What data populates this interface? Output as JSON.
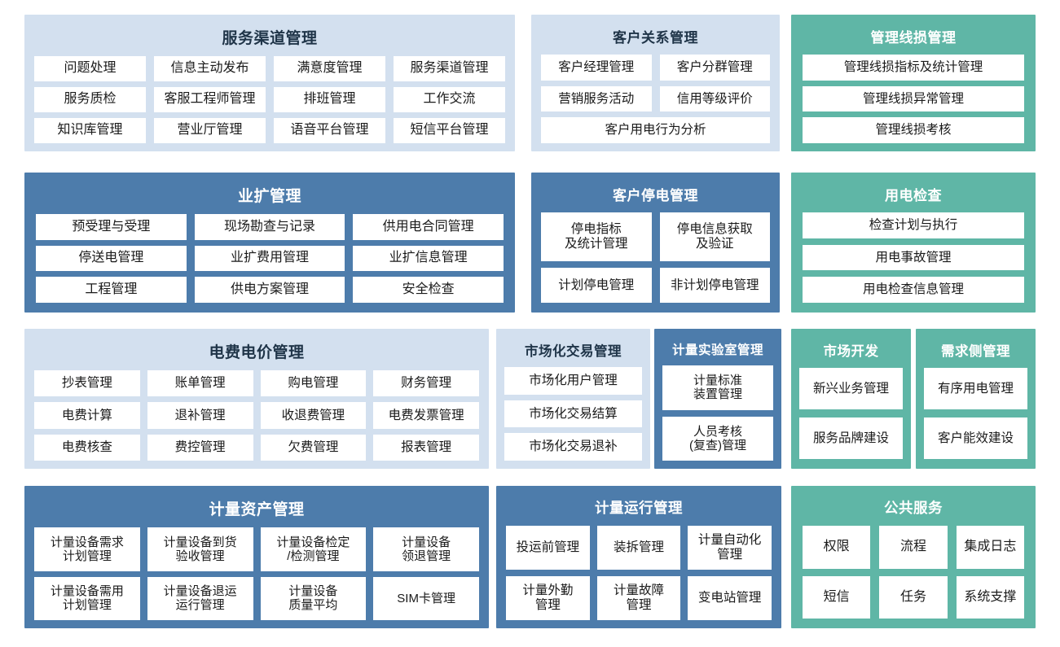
{
  "colors": {
    "page_background": "#ffffff",
    "light_panel": "#d3e0ef",
    "blue_panel": "#4d7cab",
    "teal_panel": "#5fb6a6",
    "cell_background": "#ffffff",
    "dark_text": "#1a1a1a",
    "light_title_text": "#1f3448",
    "white_title_text": "#ffffff"
  },
  "panels": {
    "service_channel": {
      "title": "服务渠道管理",
      "theme": "light",
      "items": [
        "问题处理",
        "信息主动发布",
        "满意度管理",
        "服务渠道管理",
        "服务质检",
        "客服工程师管理",
        "排班管理",
        "工作交流",
        "知识库管理",
        "营业厅管理",
        "语音平台管理",
        "短信平台管理"
      ]
    },
    "customer_relation": {
      "title": "客户关系管理",
      "theme": "light",
      "items": [
        "客户经理管理",
        "客户分群管理",
        "营销服务活动",
        "信用等级评价",
        "客户用电行为分析"
      ]
    },
    "line_loss": {
      "title": "管理线损管理",
      "theme": "teal",
      "items": [
        "管理线损指标及统计管理",
        "管理线损异常管理",
        "管理线损考核"
      ]
    },
    "expansion": {
      "title": "业扩管理",
      "theme": "blue",
      "items": [
        "预受理与受理",
        "现场勘查与记录",
        "供用电合同管理",
        "停送电管理",
        "业扩费用管理",
        "业扩信息管理",
        "工程管理",
        "供电方案管理",
        "安全检查"
      ]
    },
    "customer_outage": {
      "title": "客户停电管理",
      "theme": "blue",
      "items": [
        "停电指标\n及统计管理",
        "停电信息获取\n及验证",
        "计划停电管理",
        "非计划停电管理"
      ]
    },
    "power_inspection": {
      "title": "用电检查",
      "theme": "teal",
      "items": [
        "检查计划与执行",
        "用电事故管理",
        "用电检查信息管理"
      ]
    },
    "tariff": {
      "title": "电费电价管理",
      "theme": "light",
      "items": [
        "抄表管理",
        "账单管理",
        "购电管理",
        "财务管理",
        "电费计算",
        "退补管理",
        "收退费管理",
        "电费发票管理",
        "电费核查",
        "费控管理",
        "欠费管理",
        "报表管理"
      ]
    },
    "market_trade": {
      "title": "市场化交易管理",
      "theme": "light",
      "items": [
        "市场化用户管理",
        "市场化交易结算",
        "市场化交易退补"
      ]
    },
    "meter_lab": {
      "title": "计量实验室管理",
      "theme": "blue",
      "items": [
        "计量标准\n装置管理",
        "人员考核\n(复查)管理"
      ]
    },
    "market_development": {
      "title": "市场开发",
      "theme": "teal",
      "items": [
        "新兴业务管理",
        "服务品牌建设"
      ]
    },
    "demand_side": {
      "title": "需求侧管理",
      "theme": "teal",
      "items": [
        "有序用电管理",
        "客户能效建设"
      ]
    },
    "meter_asset": {
      "title": "计量资产管理",
      "theme": "blue",
      "items": [
        "计量设备需求\n计划管理",
        "计量设备到货\n验收管理",
        "计量设备检定\n/检测管理",
        "计量设备\n领退管理",
        "计量设备需用\n计划管理",
        "计量设备退运\n运行管理",
        "计量设备\n质量平均",
        "SIM卡管理"
      ]
    },
    "meter_operation": {
      "title": "计量运行管理",
      "theme": "blue",
      "items": [
        "投运前管理",
        "装拆管理",
        "计量自动化\n管理",
        "计量外勤\n管理",
        "计量故障\n管理",
        "变电站管理"
      ]
    },
    "public_service": {
      "title": "公共服务",
      "theme": "teal",
      "items": [
        "权限",
        "流程",
        "集成日志",
        "短信",
        "任务",
        "系统支撑"
      ]
    }
  }
}
